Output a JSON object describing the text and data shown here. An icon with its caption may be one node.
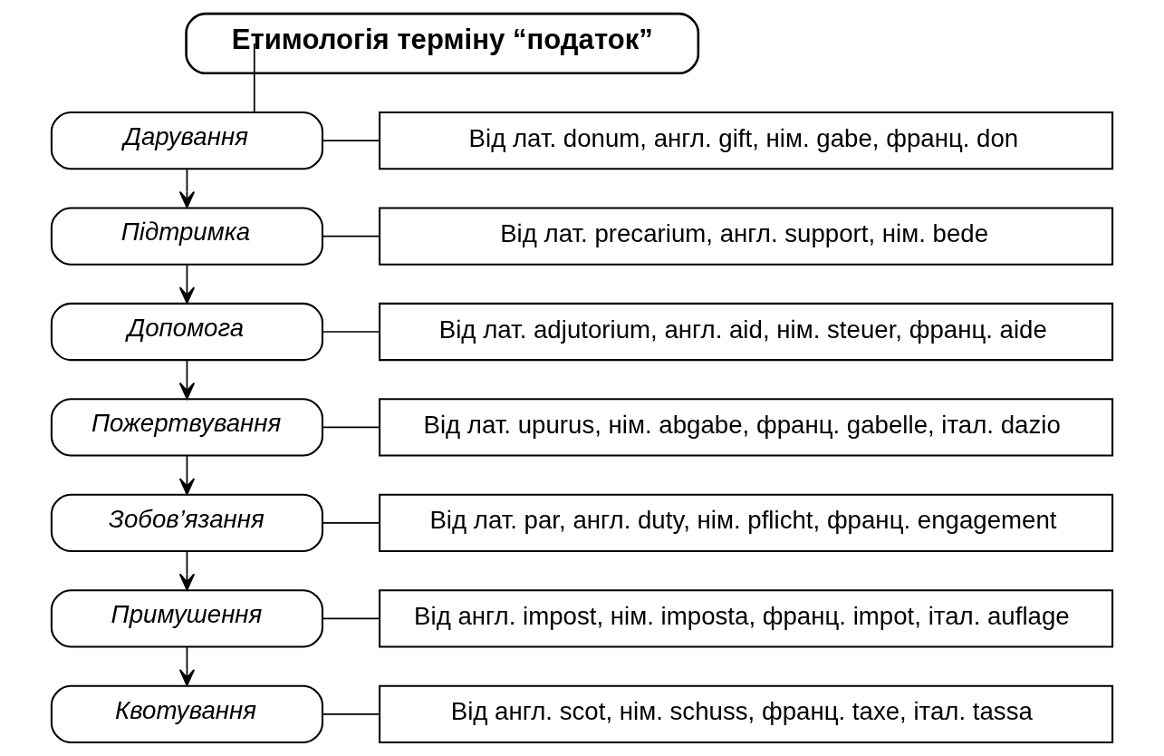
{
  "diagram": {
    "nodes": [
      {
        "text": [
          "Етимологія терміну “податок”"
        ]
      },
      {
        "text": [
          "Дарування"
        ]
      },
      {
        "text": [
          "Підтримка"
        ]
      },
      {
        "text": [
          "Допомога"
        ]
      },
      {
        "text": [
          "Пожертвування"
        ]
      },
      {
        "text": [
          "Зобов’язання"
        ]
      },
      {
        "text": [
          "Примушення"
        ]
      },
      {
        "text": [
          "Квотування"
        ]
      },
      {
        "text": [
          "Від лат. donum, англ. gift, нім. gabe, франц. don"
        ]
      },
      {
        "text": [
          "Від лат. precarium, англ. support, нім. bede"
        ]
      },
      {
        "text": [
          "Від лат. adjutorium, англ. aid, нім. steuer, франц. aide"
        ]
      },
      {
        "text": [
          "Від лат. upurus, нім. abgabe, франц. gabelle, італ. dazio"
        ]
      },
      {
        "text": [
          "Від лат. par, англ. duty, нім. pflicht, франц. engagement"
        ]
      },
      {
        "text": [
          "Від англ. impost, нім. imposta, франц. impot, італ. auflage"
        ]
      },
      {
        "text": [
          "Від англ. scot, нім. schuss, франц. taxe, італ. tassa"
        ]
      }
    ],
    "edges": [
      {
        "from": 0,
        "to": 1,
        "arrow": "none"
      },
      {
        "from": 1,
        "to": 2,
        "arrow": "to"
      },
      {
        "from": 2,
        "to": 3,
        "arrow": "to"
      },
      {
        "from": 3,
        "to": 4,
        "arrow": "to"
      },
      {
        "from": 4,
        "to": 5,
        "arrow": "to"
      },
      {
        "from": 5,
        "to": 6,
        "arrow": "to"
      },
      {
        "from": 6,
        "to": 7,
        "arrow": "to"
      },
      {
        "from": 1,
        "to": 8,
        "arrow": "none"
      },
      {
        "from": 2,
        "to": 9,
        "arrow": "none"
      },
      {
        "from": 3,
        "to": 10,
        "arrow": "none"
      },
      {
        "from": 4,
        "to": 11,
        "arrow": "none"
      },
      {
        "from": 5,
        "to": 12,
        "arrow": "none"
      },
      {
        "from": 6,
        "to": 13,
        "arrow": "none"
      },
      {
        "from": 7,
        "to": 14,
        "arrow": "none"
      }
    ]
  }
}
